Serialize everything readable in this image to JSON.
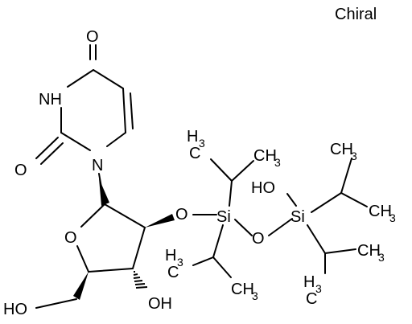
{
  "chiral_label": "Chiral",
  "atoms": {
    "O_top": "O",
    "NH": "NH",
    "O_left": "O",
    "N1": "N",
    "O_ring": "O",
    "O_link1": "O",
    "Si1": "Si",
    "O_link2": "O",
    "Si2": "Si",
    "HO_si": "HO",
    "OH_ring": "OH",
    "HO_ch2": "HO",
    "H3_a": "H",
    "H3_a_sub": "3",
    "C_a": "C",
    "CH3_a": "CH",
    "CH3_a_sub": "3",
    "CH3_b": "CH",
    "CH3_b_sub": "3",
    "CH3_c": "CH",
    "CH3_c_sub": "3",
    "H3_d": "H",
    "H3_d_sub": "3",
    "C_d": "C",
    "CH3_d": "CH",
    "CH3_d_sub": "3",
    "H3_e": "H",
    "H3_e_sub": "3",
    "C_e": "C",
    "CH3_e": "CH",
    "CH3_e_sub": "3"
  }
}
